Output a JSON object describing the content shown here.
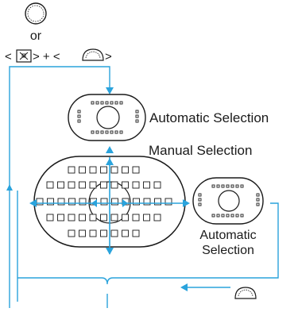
{
  "header": {
    "or_text": "or",
    "button_combo_left": "<",
    "button_combo_mid": "> + <",
    "button_combo_right": ">"
  },
  "labels": {
    "automatic_top": "Automatic Selection",
    "manual": "Manual Selection",
    "automatic_right_line1": "Automatic",
    "automatic_right_line2": "Selection"
  },
  "icons": {
    "dial_top": "quick-control-dial-icon",
    "af_point_button": "af-point-selection-button-icon",
    "main_dial": "main-dial-icon",
    "main_dial_bottom": "main-dial-icon"
  },
  "colors": {
    "arrow": "#2aa3dc",
    "line": "#2aa3dc",
    "outline": "#1a1a1a"
  }
}
